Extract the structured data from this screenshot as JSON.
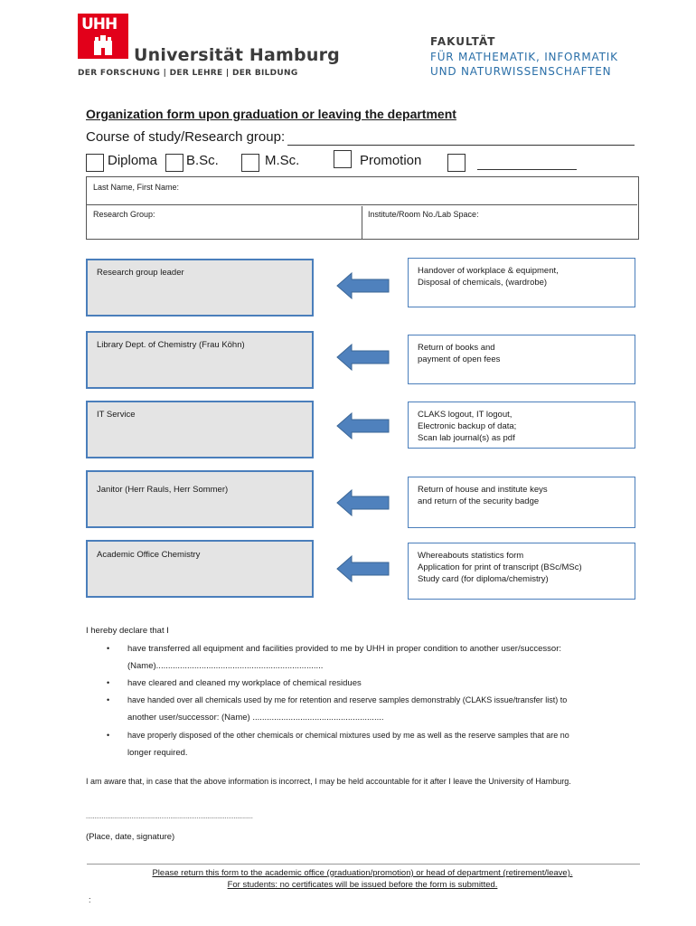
{
  "header": {
    "logo_text": "UHH",
    "university": "Universität Hamburg",
    "tagline": "DER FORSCHUNG | DER LEHRE | DER BILDUNG",
    "faculty_line1": "FAKULTÄT",
    "faculty_line2": "FÜR MATHEMATIK, INFORMATIK",
    "faculty_line3": "UND NATURWISSENSCHAFTEN"
  },
  "form": {
    "title": "Organization form upon graduation or leaving the department",
    "course_label": "Course of study/Research group:",
    "degree_options": [
      "Diploma",
      "B.Sc.",
      "M.Sc.",
      "Promotion"
    ],
    "name_label": "Last Name, First Name:",
    "research_group_label": "Research Group:",
    "institute_label": "Institute/Room No./Lab Space:"
  },
  "sections": [
    {
      "department": "Research group leader",
      "tasks": [
        "Handover of workplace & equipment,",
        "Disposal of chemicals, (wardrobe)"
      ]
    },
    {
      "department": "Library Dept. of Chemistry (Frau Köhn)",
      "tasks": [
        "Return of books and",
        "payment of open fees"
      ]
    },
    {
      "department": "IT Service",
      "tasks": [
        "CLAKS logout, IT logout,",
        "Electronic backup of data;",
        "Scan lab journal(s) as pdf"
      ]
    },
    {
      "department": "Janitor (Herr Rauls, Herr Sommer)",
      "tasks": [
        "Return of house and institute keys",
        "and return of the security badge"
      ]
    },
    {
      "department": "Academic Office Chemistry",
      "tasks": [
        "Whereabouts statistics form",
        "Application for print of transcript (BSc/MSc)",
        "Study card (for diploma/chemistry)"
      ]
    }
  ],
  "declaration": {
    "intro": "I hereby declare that I",
    "b1": "have transferred all equipment and facilities provided to me by UHH in proper condition to another user/successor:",
    "b1_cont": "(Name)......................................................................",
    "b2": "have cleared and cleaned my workplace of chemical residues",
    "b3": "have handed over all chemicals used by me for retention and reserve samples demonstrably (CLAKS issue/transfer list) to",
    "b3_cont": "another user/successor: (Name) .......................................................",
    "b4": "have properly disposed of the other chemicals or chemical mixtures used by me as well as  the reserve samples that are no",
    "b4_cont": "longer required.",
    "aware": "I am aware that, in case that the above information is incorrect, I may be held accountable for it after I leave the University of Hamburg.",
    "sig_line": "...............................................................................................",
    "sig_label": "(Place, date, signature)"
  },
  "footer": {
    "line1": "Please return this form to the academic office (graduation/promotion) or head of department (retirement/leave).",
    "line2": "For students: no certificates will be issued before the form is submitted.",
    "mark": ":"
  }
}
